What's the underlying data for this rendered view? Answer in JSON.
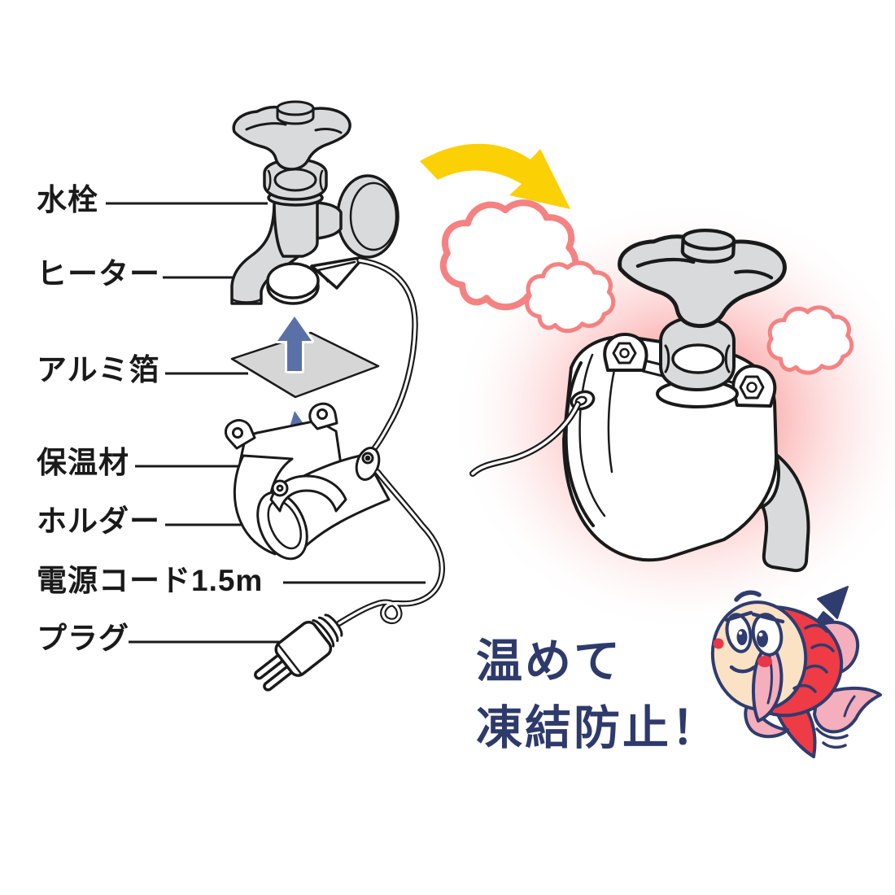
{
  "diagram": {
    "title_hint": "faucet-freeze-prevention-heater-parts-diagram",
    "labels": [
      {
        "id": "faucet",
        "text": "水栓"
      },
      {
        "id": "heater",
        "text": "ヒーター"
      },
      {
        "id": "aluminum-foil",
        "text": "アルミ箔"
      },
      {
        "id": "insulation",
        "text": "保温材"
      },
      {
        "id": "holder",
        "text": "ホルダー"
      },
      {
        "id": "power-cord",
        "text": "電源コード1.5m"
      },
      {
        "id": "plug",
        "text": "プラグ"
      }
    ],
    "caption": {
      "line1": "温めて",
      "line2": "凍結防止！"
    },
    "icons": {
      "yellow_arrow": "curved-arrow-to-lower-right",
      "blue_arrow_1": "assembly-up-arrow",
      "blue_arrow_2": "assembly-up-arrow",
      "steam_clouds": "steam-puff-clouds",
      "mascot": "goldfish-character-with-up-arrow",
      "motion_lines": "tail-swish-lines"
    },
    "colors": {
      "label_text": "#1a1a1a",
      "caption_text": "#2e3a6b",
      "outline": "#1a1a1a",
      "metal_gray": "#d8dadb",
      "foil_gray": "#d6d6d6",
      "blue_arrow": "#5a71a8",
      "yellow_arrow": "#fbd004",
      "steam_outline": "#f58282",
      "heat_glow": "#f96a6a",
      "fish_red": "#ee3b45",
      "fish_pink": "#f4aebc",
      "fish_cream": "#fbe2c4",
      "fish_navy": "#2f3c6e",
      "fish_accent_red": "#e8374a"
    }
  }
}
